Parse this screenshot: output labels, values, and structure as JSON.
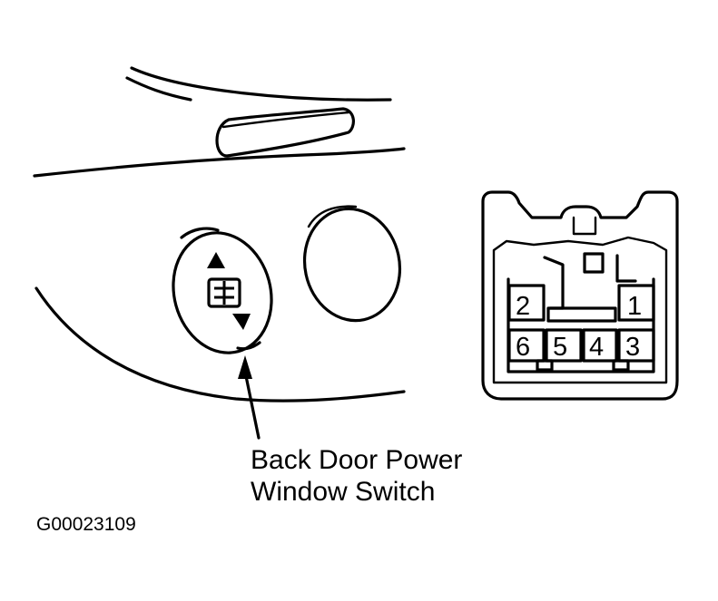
{
  "callout": {
    "line1": "Back Door Power",
    "line2": "Window Switch"
  },
  "connector": {
    "pins": [
      "2",
      "1",
      "6",
      "5",
      "4",
      "3"
    ]
  },
  "figure_id": "G00023109"
}
